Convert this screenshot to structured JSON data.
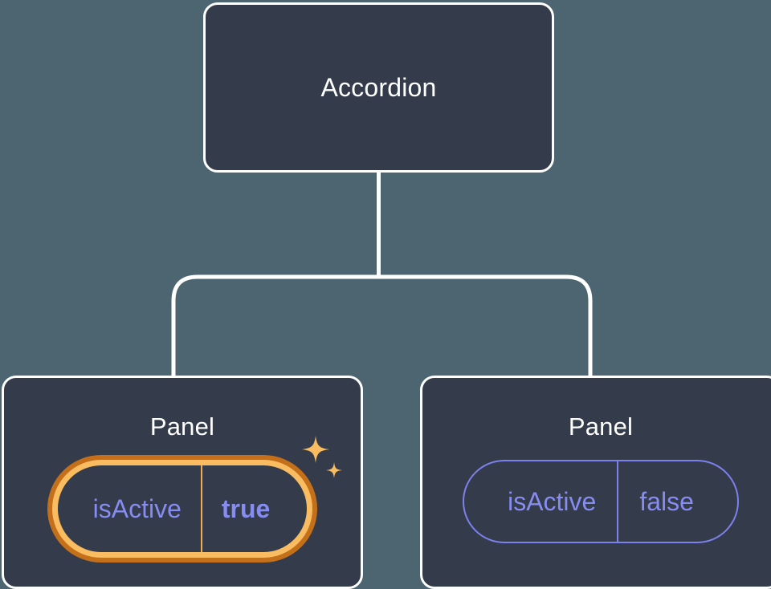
{
  "canvas": {
    "background_color": "#4c6571",
    "node_fill_color": "#343b4a",
    "node_border_color": "#ffffff",
    "connector_color": "#ffffff",
    "prop_text_color": "#868cf0",
    "prop_border_color": "#7c81ec",
    "highlight_border_color": "#f9bc60",
    "highlight_glow_color": "#c4701a",
    "sparkle_color": "#f9bc60"
  },
  "tree": {
    "root": {
      "title": "Accordion"
    },
    "children": [
      {
        "title": "Panel",
        "highlighted": true,
        "prop": {
          "key": "isActive",
          "value": "true"
        },
        "sparkle_icon": "sparkles-icon"
      },
      {
        "title": "Panel",
        "highlighted": false,
        "prop": {
          "key": "isActive",
          "value": "false"
        }
      }
    ]
  }
}
